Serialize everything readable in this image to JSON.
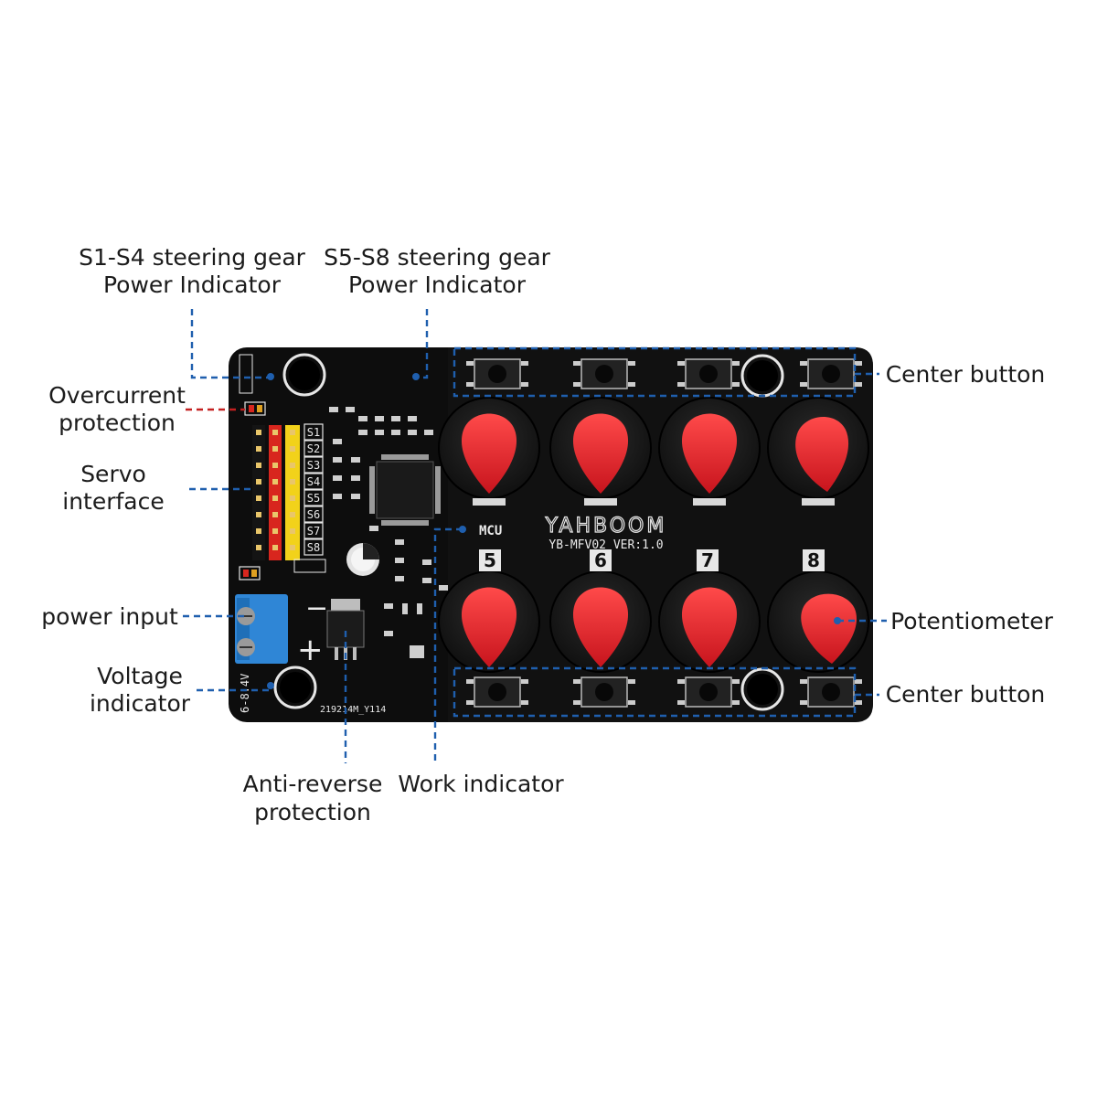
{
  "callouts": {
    "s1s4_line1": "S1-S4 steering gear",
    "s1s4_line2": "Power Indicator",
    "s5s8_line1": "S5-S8 steering gear",
    "s5s8_line2": "Power Indicator",
    "overcurrent_line1": "Overcurrent",
    "overcurrent_line2": "protection",
    "servo_line1": "Servo",
    "servo_line2": "interface",
    "power_input": "power input",
    "voltage_line1": "Voltage",
    "voltage_line2": "indicator",
    "antireverse_line1": "Anti-reverse",
    "antireverse_line2": "protection",
    "work_indicator": "Work indicator",
    "center_button_top": "Center button",
    "center_button_bottom": "Center button",
    "potentiometer": "Potentiometer"
  },
  "board": {
    "brand": "YAHBOOM",
    "model": "YB-MFV02  VER:1.0",
    "mcu_label": "MCU",
    "batch_code": "219214M_Y114",
    "voltage_label": "6-8.4V",
    "servo_labels": [
      "S1",
      "S2",
      "S3",
      "S4",
      "S5",
      "S6",
      "S7",
      "S8"
    ],
    "knob_numbers": [
      "5",
      "6",
      "7",
      "8"
    ]
  },
  "colors": {
    "pcb": "#0d0d0d",
    "knob_red": "#e8232b",
    "knob_body": "#1c1c1c",
    "header_yellow": "#f2d21a",
    "header_red": "#d8261e",
    "terminal_blue": "#2f86d6",
    "leader_blue": "#1f5fae",
    "leader_red": "#c42020"
  }
}
